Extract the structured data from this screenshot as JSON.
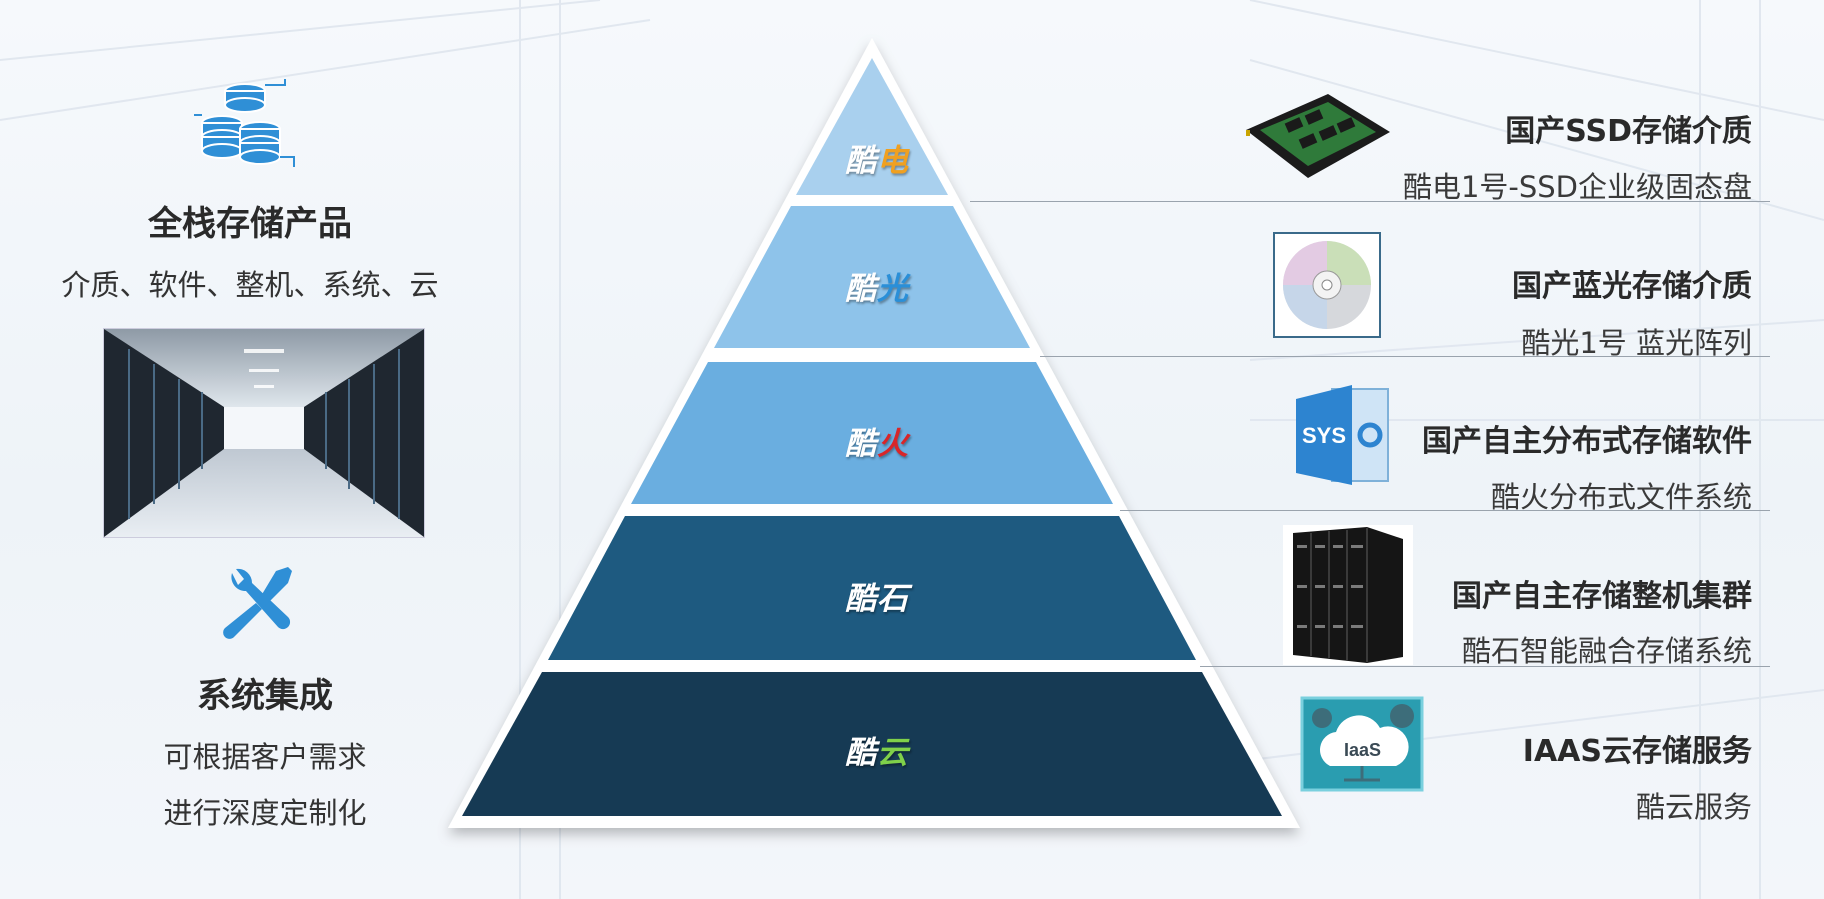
{
  "left": {
    "products": {
      "icon": "database-stack-icon",
      "title": "全栈存储产品",
      "subtitle": "介质、软件、整机、系统、云"
    },
    "photo": "server-room-photo",
    "integration": {
      "icon": "wrench-screwdriver-icon",
      "title": "系统集成",
      "line1": "可根据客户需求",
      "line2": "进行深度定制化"
    }
  },
  "pyramid": {
    "tiers": [
      {
        "prefix": "酷",
        "suffix": "电",
        "suffix_color": "#f0a020",
        "fill": "#a9d0ee"
      },
      {
        "prefix": "酷",
        "suffix": "光",
        "suffix_color": "#2a8fd8",
        "fill": "#8ec3ea"
      },
      {
        "prefix": "酷",
        "suffix": "火",
        "suffix_color": "#d8262a",
        "fill": "#6aaee0"
      },
      {
        "prefix": "酷",
        "suffix": "石",
        "suffix_color": "#ffffff",
        "fill": "#1e5a80"
      },
      {
        "prefix": "酷",
        "suffix": "云",
        "suffix_color": "#7fd04a",
        "fill": "#163a54"
      }
    ]
  },
  "right": {
    "items": [
      {
        "icon": "ssd-icon",
        "heading": "国产SSD存储介质",
        "desc": "酷电1号-SSD企业级固态盘"
      },
      {
        "icon": "optical-disc-icon",
        "heading": "国产蓝光存储介质",
        "desc": "酷光1号 蓝光阵列"
      },
      {
        "icon": "sys-software-icon",
        "icon_text": "SYS",
        "heading": "国产自主分布式存储软件",
        "desc": "酷火分布式文件系统"
      },
      {
        "icon": "server-rack-icon",
        "heading": "国产自主存储整机集群",
        "desc": "酷石智能融合存储系统"
      },
      {
        "icon": "iaas-cloud-icon",
        "icon_text": "IaaS",
        "heading": "IAAS云存储服务",
        "desc": "酷云服务"
      }
    ]
  }
}
